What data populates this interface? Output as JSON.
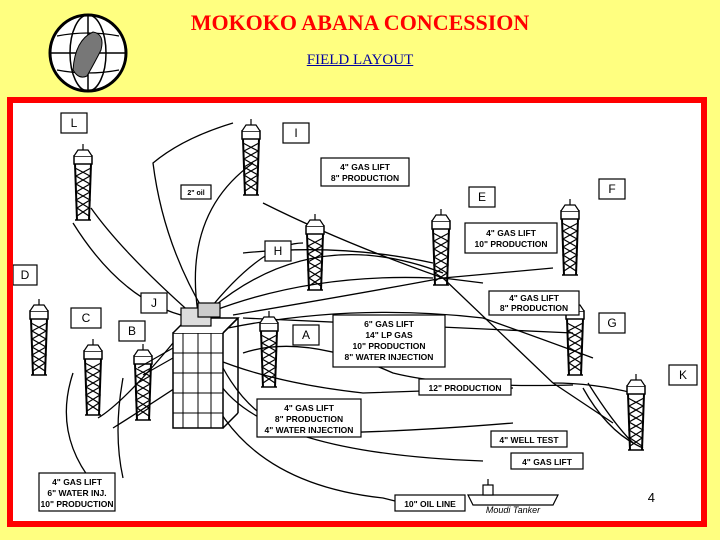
{
  "header": {
    "title": "MOKOKO ABANA CONCESSION",
    "subtitle": "FIELD LAYOUT",
    "page_number": "4"
  },
  "colors": {
    "background": "#FFFF80",
    "frame": "#FF0000",
    "title": "#FF0000",
    "subtitle": "#0000A0"
  },
  "platforms": {
    "L": "L",
    "I": "I",
    "E": "E",
    "F": "F",
    "H": "H",
    "D": "D",
    "J": "J",
    "C": "C",
    "B": "B",
    "A": "A",
    "G": "G",
    "K": "K"
  },
  "labels": {
    "i_box_1": "4\" GAS LIFT",
    "i_box_2": "8\" PRODUCTION",
    "oil_2in": "2\" oil",
    "f_box_1": "4\" GAS LIFT",
    "f_box_2": "10\" PRODUCTION",
    "g_box_1": "4\" GAS LIFT",
    "g_box_2": "8\" PRODUCTION",
    "a_box_1": "6\" GAS LIFT",
    "a_box_2": "14\" LP GAS",
    "a_box_3": "10\" PRODUCTION",
    "a_box_4": "8\" WATER INJECTION",
    "prod12": "12\" PRODUCTION",
    "b_box_1": "4\" GAS LIFT",
    "b_box_2": "8\" PRODUCTION",
    "b_box_3": "4\" WATER INJECTION",
    "well_test": "4\" WELL TEST",
    "gas_lift_k": "4\" GAS LIFT",
    "c_box_1": "4\" GAS LIFT",
    "c_box_2": "6\" WATER INJ.",
    "c_box_3": "10\" PRODUCTION",
    "oil_line": "10\" OIL LINE",
    "tanker": "Moudi Tanker"
  }
}
